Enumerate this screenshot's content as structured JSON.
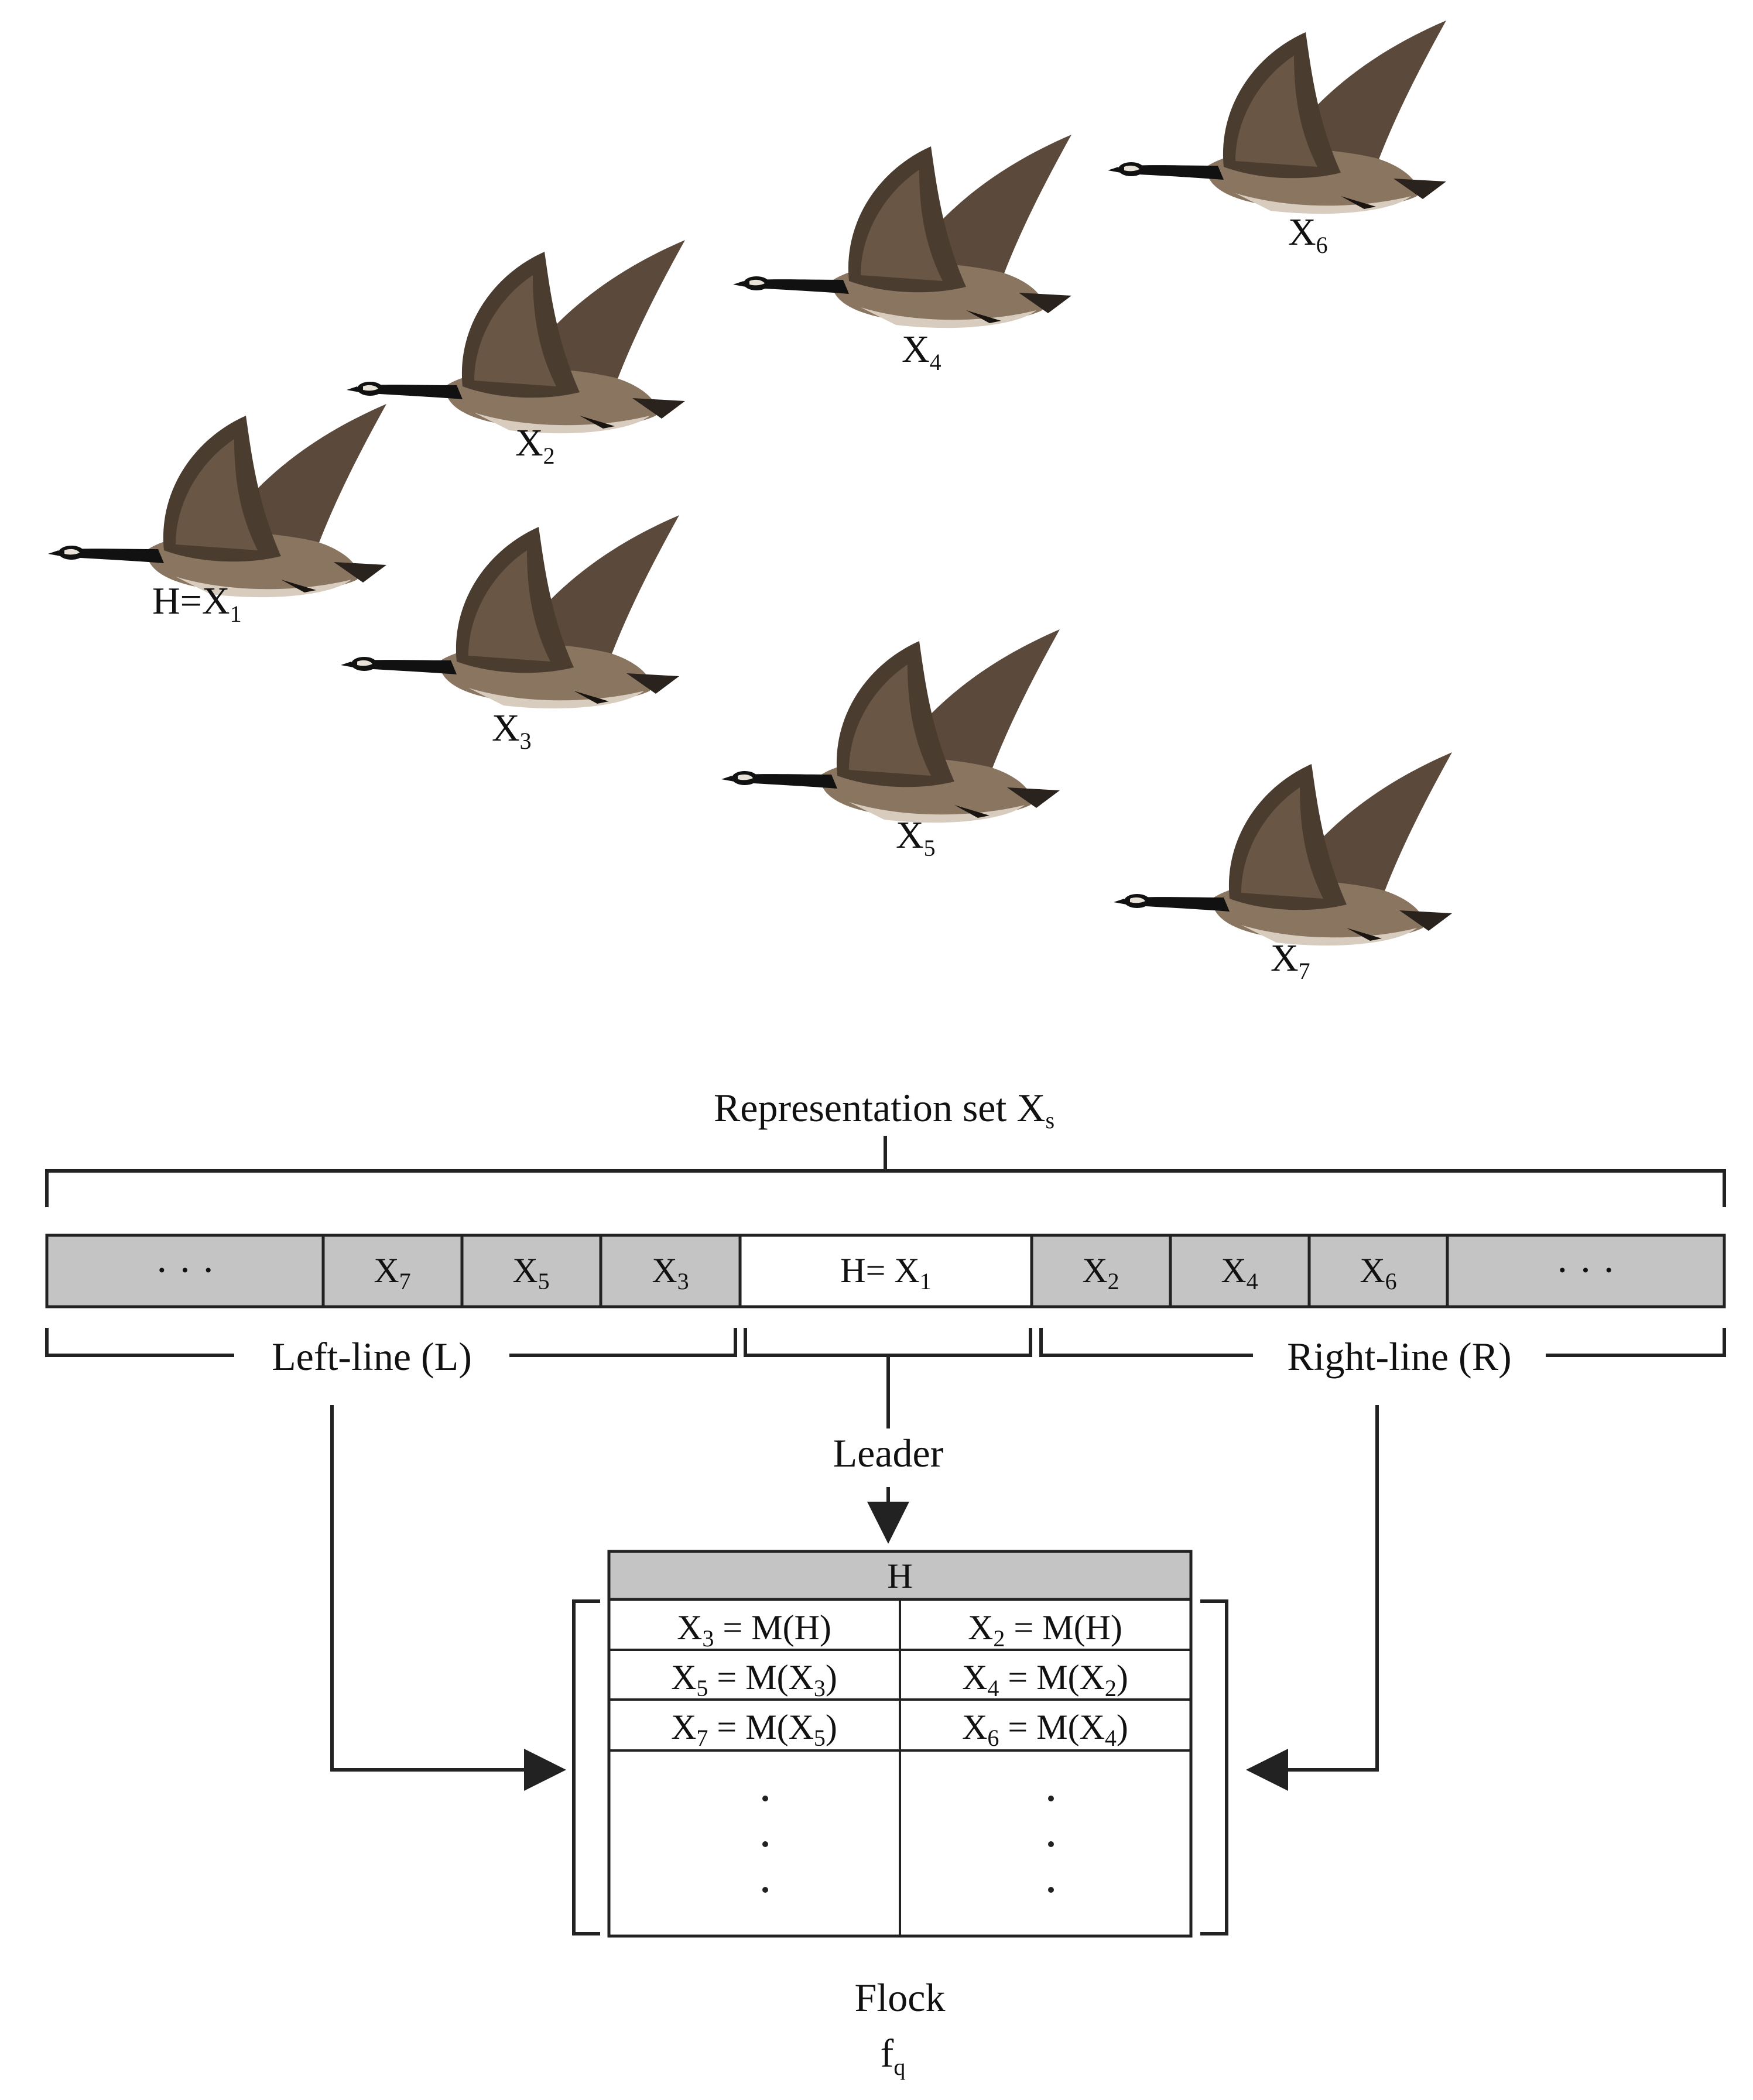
{
  "geese": [
    {
      "id": "x1",
      "label": "H=X",
      "sub": "1"
    },
    {
      "id": "x2",
      "label": "X",
      "sub": "2"
    },
    {
      "id": "x3",
      "label": "X",
      "sub": "3"
    },
    {
      "id": "x4",
      "label": "X",
      "sub": "4"
    },
    {
      "id": "x5",
      "label": "X",
      "sub": "5"
    },
    {
      "id": "x6",
      "label": "X",
      "sub": "6"
    },
    {
      "id": "x7",
      "label": "X",
      "sub": "7"
    }
  ],
  "representation": {
    "title": "Representation set X",
    "title_sub": "s"
  },
  "strip": {
    "left_dots": "· · ·",
    "right_dots": "· · ·",
    "cells": [
      {
        "main": "X",
        "sub": "7"
      },
      {
        "main": "X",
        "sub": "5"
      },
      {
        "main": "X",
        "sub": "3"
      },
      {
        "main": "H= X",
        "sub": "1"
      },
      {
        "main": "X",
        "sub": "2"
      },
      {
        "main": "X",
        "sub": "4"
      },
      {
        "main": "X",
        "sub": "6"
      }
    ]
  },
  "braces": {
    "left": "Left-line (L)",
    "right": "Right-line (R)",
    "leader": "Leader"
  },
  "flock": {
    "header": "H",
    "rows": [
      {
        "left_a": "X",
        "left_a_sub": "3",
        "left_b": " = M(H)",
        "right_a": "X",
        "right_a_sub": "2",
        "right_b": " = M(H)"
      },
      {
        "left_a": "X",
        "left_a_sub": "5",
        "left_b": " = M(X",
        "left_c_sub": "3",
        "left_d": ")",
        "right_a": "X",
        "right_a_sub": "4",
        "right_b": " = M(X",
        "right_c_sub": "2",
        "right_d": ")"
      },
      {
        "left_a": "X",
        "left_a_sub": "7",
        "left_b": " = M(X",
        "left_c_sub": "5",
        "left_d": ")",
        "right_a": "X",
        "right_a_sub": "6",
        "right_b": " = M(X",
        "right_c_sub": "4",
        "right_d": ")"
      }
    ],
    "caption": "Flock",
    "caption_symbol": "f",
    "caption_sub": "q"
  },
  "colors": {
    "cell_gray": "#c4c4c4",
    "goose_dark": "#3b3027",
    "goose_mid": "#7a6552",
    "goose_light": "#c9bba8",
    "neck": "#111111"
  }
}
